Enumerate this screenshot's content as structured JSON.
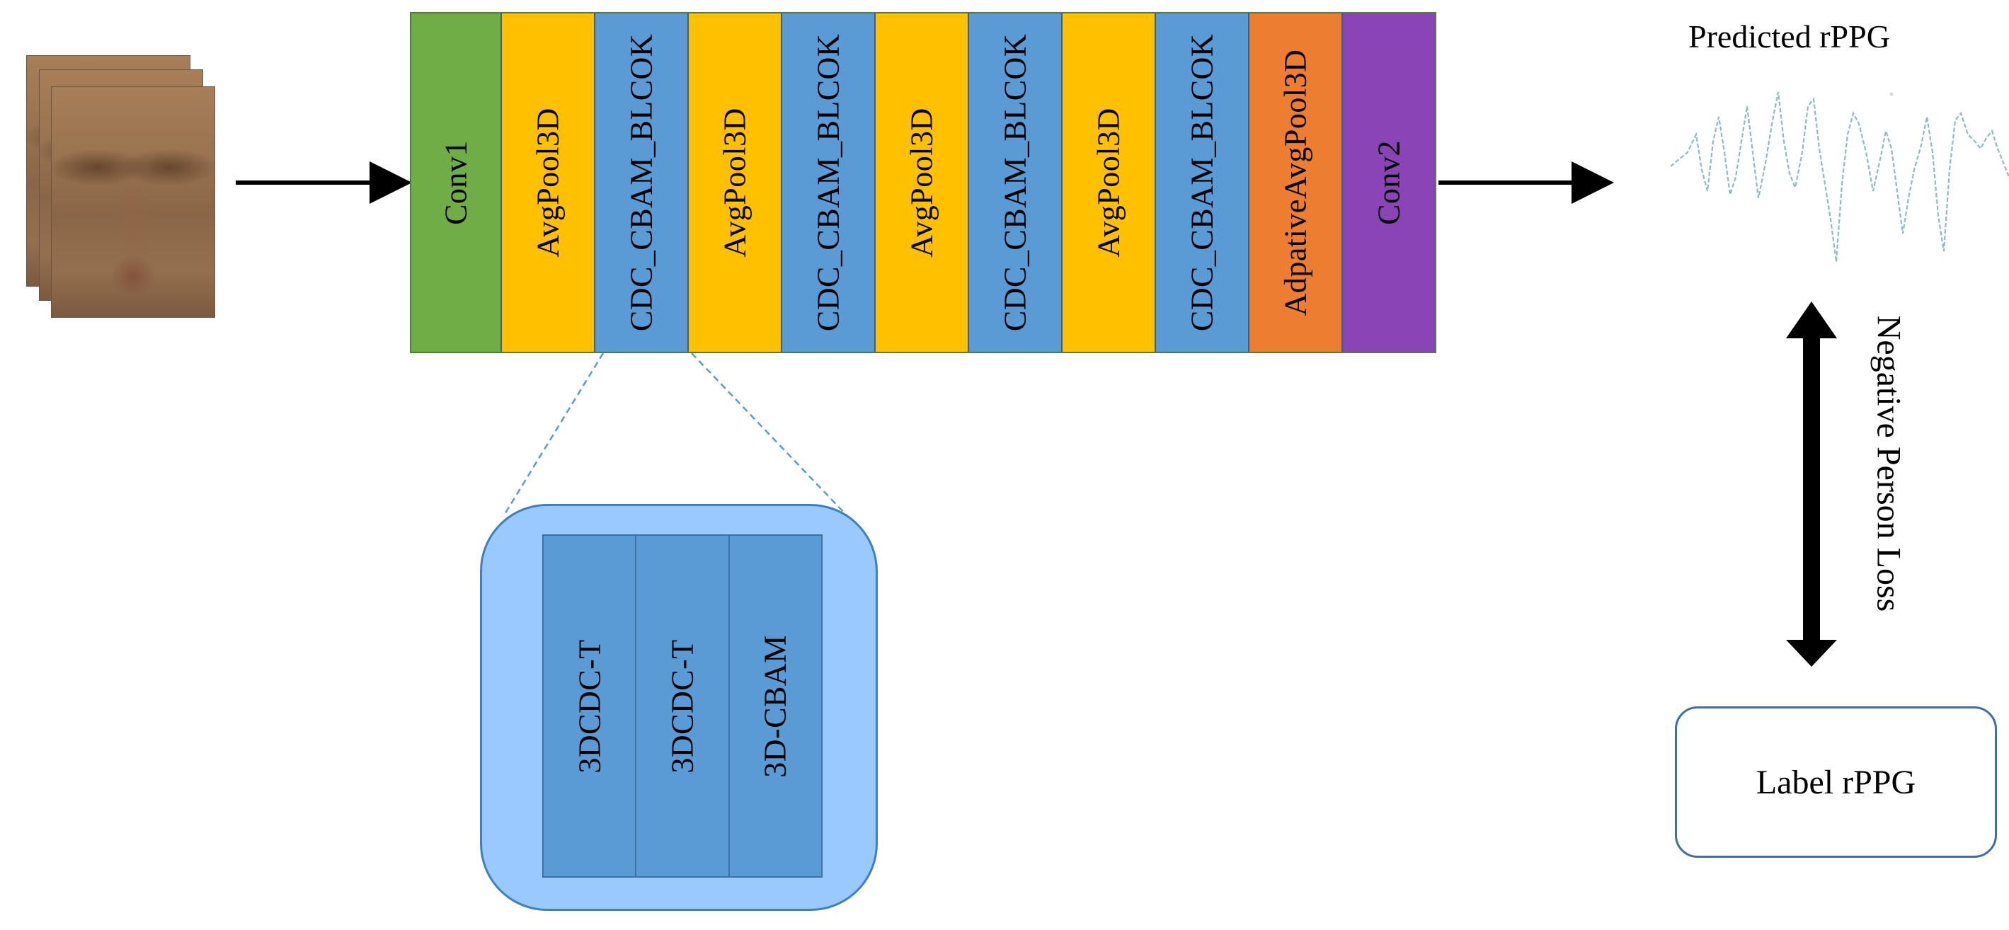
{
  "pipeline": {
    "blocks": [
      {
        "label": "Conv1",
        "color": "#70ad47"
      },
      {
        "label": "AvgPool3D",
        "color": "#ffc000"
      },
      {
        "label": "CDC_CBAM_BLCOK",
        "color": "#5b9bd5"
      },
      {
        "label": "AvgPool3D",
        "color": "#ffc000"
      },
      {
        "label": "CDC_CBAM_BLCOK",
        "color": "#5b9bd5"
      },
      {
        "label": "AvgPool3D",
        "color": "#ffc000"
      },
      {
        "label": "CDC_CBAM_BLCOK",
        "color": "#5b9bd5"
      },
      {
        "label": "AvgPool3D",
        "color": "#ffc000"
      },
      {
        "label": "CDC_CBAM_BLCOK",
        "color": "#5b9bd5"
      },
      {
        "label": "AdpativeAvgPool3D",
        "color": "#ed7d31"
      },
      {
        "label": "Conv2",
        "color": "#8b44b5"
      }
    ]
  },
  "detail": {
    "cells": [
      "3DCDC-T",
      "3DCDC-T",
      "3D-CBAM"
    ]
  },
  "output": {
    "title": "Predicted rPPG",
    "loss_label": "Negative Person Loss",
    "label_box": "Label rPPG",
    "signal_color": "#8fb9c7"
  }
}
